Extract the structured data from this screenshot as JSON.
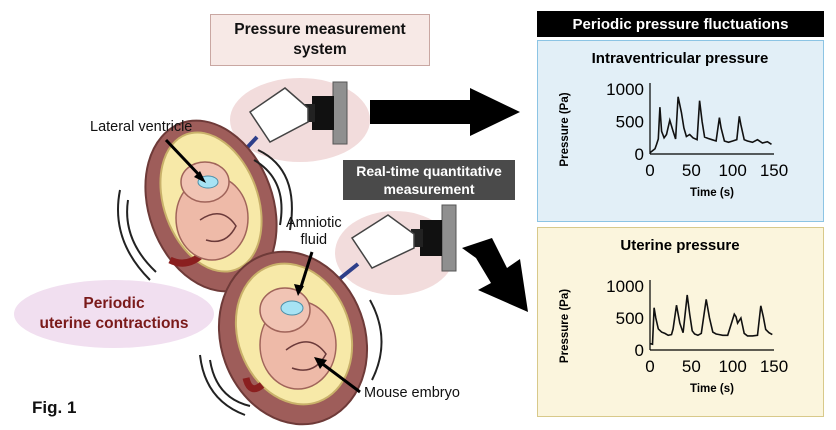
{
  "pressure_measurement_system": {
    "line1": "Pressure measurement",
    "line2": "system"
  },
  "realtime_box": {
    "line1": "Real-time quantitative",
    "line2": "measurement"
  },
  "labels": {
    "lateral_ventricle": "Lateral ventricle",
    "amniotic_line1": "Amniotic",
    "amniotic_line2": "fluid",
    "mouse_embryo": "Mouse embryo",
    "periodic_line1": "Periodic",
    "periodic_line2": "uterine contractions",
    "fig": "Fig. 1"
  },
  "header": "Periodic pressure fluctuations",
  "colors": {
    "panel_top_bg": "#e2eff7",
    "panel_bottom_bg": "#fbf5dd",
    "header_bg": "#000000",
    "realtime_bg": "#4a4a4a",
    "periodic_text": "#7a1a1a"
  },
  "chart_data": [
    {
      "type": "line",
      "title": "Intraventricular pressure",
      "xlabel": "Time (s)",
      "ylabel": "Pressure (Pa)",
      "xlim": [
        0,
        150
      ],
      "ylim": [
        0,
        1000
      ],
      "xticks": [
        "0",
        "50",
        "100",
        "150"
      ],
      "yticks": [
        "0",
        "500",
        "1000"
      ],
      "x": [
        0,
        2,
        4,
        6,
        8,
        10,
        12,
        14,
        17,
        20,
        24,
        28,
        31,
        34,
        38,
        41,
        44,
        48,
        52,
        57,
        60,
        63,
        66,
        70,
        75,
        80,
        84,
        86,
        90,
        95,
        100,
        105,
        108,
        110,
        114,
        118,
        124,
        130,
        136,
        142,
        147
      ],
      "y": [
        20,
        40,
        60,
        80,
        150,
        230,
        720,
        350,
        250,
        300,
        520,
        350,
        230,
        880,
        640,
        400,
        270,
        300,
        250,
        220,
        820,
        500,
        260,
        240,
        220,
        200,
        560,
        400,
        200,
        180,
        200,
        220,
        580,
        450,
        220,
        200,
        180,
        220,
        170,
        190,
        150
      ]
    },
    {
      "type": "line",
      "title": "Uterine pressure",
      "xlabel": "Time (s)",
      "ylabel": "Pressure (Pa)",
      "xlim": [
        0,
        150
      ],
      "ylim": [
        0,
        1000
      ],
      "xticks": [
        "0",
        "50",
        "100",
        "150"
      ],
      "yticks": [
        "0",
        "500",
        "1000"
      ],
      "x": [
        0,
        3,
        5,
        7,
        10,
        14,
        18,
        22,
        26,
        28,
        32,
        36,
        40,
        45,
        48,
        51,
        54,
        58,
        62,
        68,
        72,
        76,
        80,
        84,
        88,
        94,
        100,
        102,
        104,
        106,
        110,
        114,
        118,
        124,
        130,
        134,
        137,
        140,
        144,
        148
      ],
      "y": [
        100,
        90,
        660,
        500,
        330,
        280,
        260,
        230,
        240,
        330,
        700,
        420,
        270,
        860,
        560,
        300,
        250,
        230,
        260,
        790,
        500,
        280,
        250,
        240,
        230,
        230,
        480,
        560,
        520,
        420,
        500,
        260,
        220,
        220,
        230,
        690,
        520,
        320,
        270,
        240
      ]
    }
  ]
}
